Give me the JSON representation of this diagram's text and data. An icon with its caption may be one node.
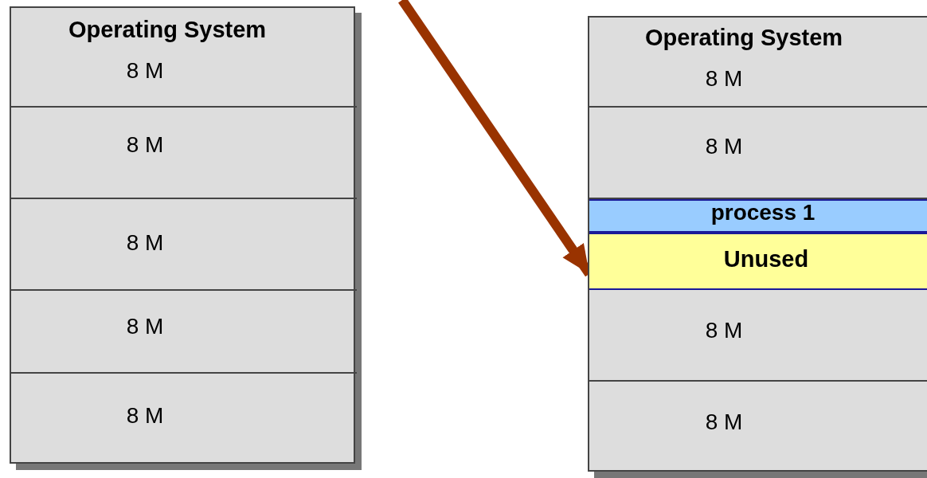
{
  "diagram": {
    "nodes": [
      {
        "text": [],
        "shape": "box"
      },
      {
        "text": [
          "Operating System",
          "8 M"
        ],
        "in": 0
      },
      {
        "text": [
          "8 M"
        ],
        "in": 0
      },
      {
        "text": [
          "8 M"
        ],
        "in": 0
      },
      {
        "text": [
          "8 M"
        ],
        "in": 0
      },
      {
        "text": [
          "8 M"
        ],
        "in": 0
      },
      {
        "text": [],
        "shape": "box"
      },
      {
        "text": [
          "Operating System",
          "8 M"
        ],
        "in": 6
      },
      {
        "text": [
          "8 M"
        ],
        "in": 6
      },
      {
        "text": [
          "process 1"
        ],
        "in": 6
      },
      {
        "text": [
          "Unused"
        ],
        "in": 6
      },
      {
        "text": [
          "8 M"
        ],
        "in": 6
      },
      {
        "text": [
          "8 M"
        ],
        "in": 6
      }
    ],
    "edges": [
      {
        "from": null,
        "to": 10,
        "arrow": "to",
        "color": "#993300"
      }
    ]
  }
}
